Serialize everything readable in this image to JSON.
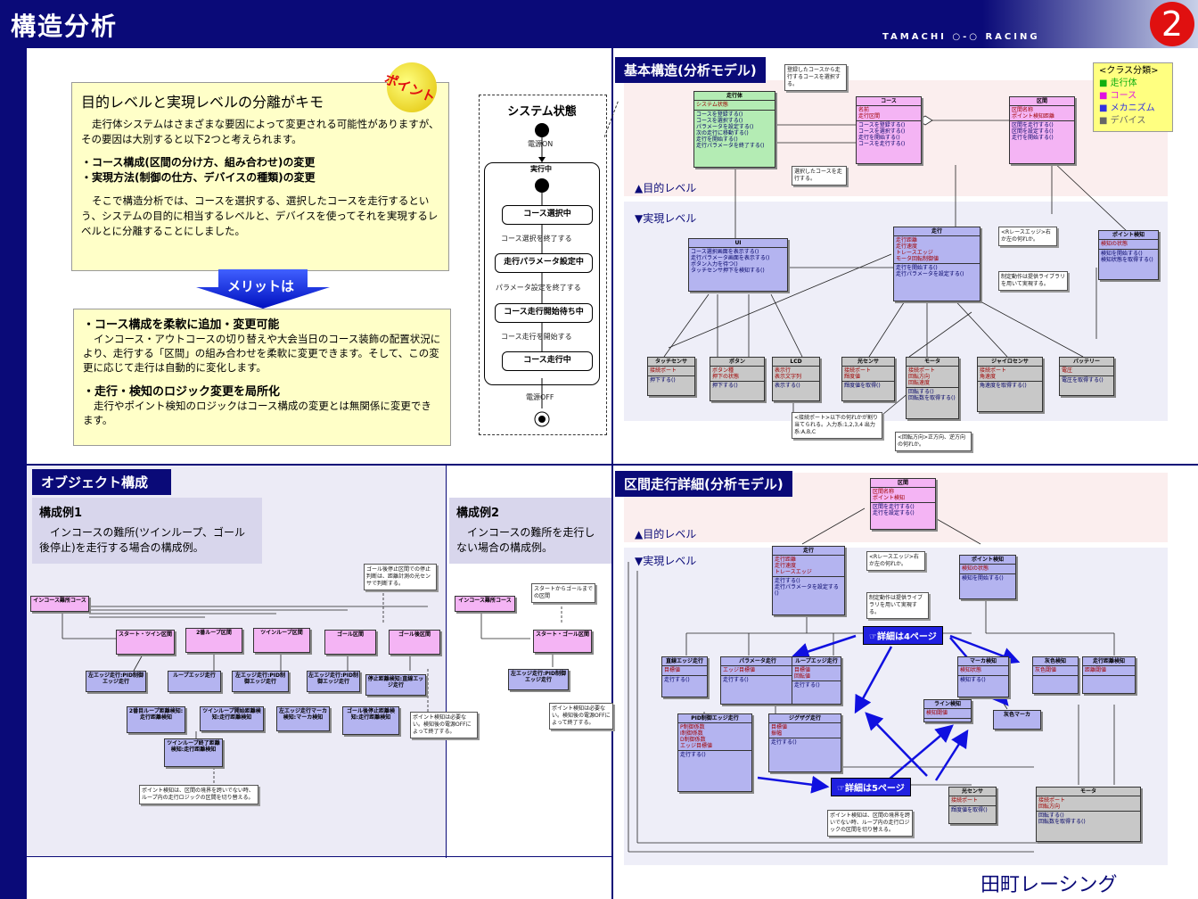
{
  "header": {
    "title": "構造分析",
    "brand": "TAMACHI ○-○ RACING",
    "page_number": "2"
  },
  "point_badge": "ポイント",
  "key_box": {
    "heading": "目的レベルと実現レベルの分離がキモ",
    "p1": "走行体システムはさまざまな要因によって変更される可能性がありますが、その要因は大別すると以下2つと考えられます。",
    "b1": "・コース構成(区間の分け方、組み合わせ)の変更",
    "b2": "・実現方法(制御の仕方、デバイスの種類)の変更",
    "p2": "そこで構造分析では、コースを選択する、選択したコースを走行するという、システムの目的に相当するレベルと、デバイスを使ってそれを実現するレベルとに分離することにしました。"
  },
  "merit_label": "メリットは",
  "merit_box": {
    "h1": "・コース構成を柔軟に追加・変更可能",
    "t1": "インコース・アウトコースの切り替えや大会当日のコース装飾の配置状況により、走行する「区間」の組み合わせを柔軟に変更できます。そして、この変更に応じて走行は自動的に変化します。",
    "h2": "・走行・検知のロジック変更を局所化",
    "t2": "走行やポイント検知のロジックはコース構成の変更とは無関係に変更できます。"
  },
  "state_diagram": {
    "title": "システム状態",
    "power_on": "電源ON",
    "composite": "実行中",
    "states": [
      "コース選択中",
      "走行パラメータ設定中",
      "コース走行開始待ち中",
      "コース走行中"
    ],
    "transitions": [
      "コース選択を終了する",
      "パラメータ設定を終了する",
      "コース走行を開始する"
    ],
    "power_off": "電源OFF"
  },
  "basic_panel": {
    "label": "基本構造(分析モデル)",
    "level_purpose": "▲目的レベル",
    "level_real": "▼実現レベル",
    "legend": {
      "title": "<クラス分類>",
      "items": [
        {
          "label": "■ 走行体",
          "color": "#10b010"
        },
        {
          "label": "■ コース",
          "color": "#e010e0"
        },
        {
          "label": "■ メカニズム",
          "color": "#3030e0"
        },
        {
          "label": "■ デバイス",
          "color": "#666666"
        }
      ]
    },
    "classes": [
      {
        "name": "走行体",
        "color": "green"
      },
      {
        "name": "コース",
        "color": "pink"
      },
      {
        "name": "区間",
        "color": "pink"
      },
      {
        "name": "UI",
        "color": "blue"
      },
      {
        "name": "走行",
        "color": "blue"
      },
      {
        "name": "ポイント検知",
        "color": "blue"
      },
      {
        "name": "タッチセンサ",
        "color": "gray"
      },
      {
        "name": "ボタン",
        "color": "gray"
      },
      {
        "name": "LCD",
        "color": "gray"
      },
      {
        "name": "光センサ",
        "color": "gray"
      },
      {
        "name": "モータ",
        "color": "gray"
      },
      {
        "name": "ジャイロセンサ",
        "color": "gray"
      },
      {
        "name": "バッテリー",
        "color": "gray"
      }
    ],
    "notes": [
      "登録したコースから走行するコースを選択する。",
      "選択したコースを走行する。",
      "<Rレースエッジ>右か左の何れか。",
      "制定動作は提供ライブラリを用いて実現する。",
      "<接続ポート>以下の何れかが割り当てられる。入力系:1,2,3,4 出力系:A,B,C",
      "<回転方向>正方向、逆方向の何れか。"
    ]
  },
  "object_panel": {
    "label": "オブジェクト構成",
    "ex1_title": "構成例1",
    "ex1_text": "インコースの難所(ツインループ、ゴール後停止)を走行する場合の構成例。",
    "ex2_title": "構成例2",
    "ex2_text": "インコースの難所を走行しない場合の構成例。",
    "ex1_nodes": [
      "インコース難所コース",
      "スタート・ツイン区間",
      "2番ループ区間",
      "ツインループ区間",
      "ゴール区間",
      "ゴール後区間"
    ],
    "ex2_nodes": [
      "インコース難所コース",
      "スタート・ゴール区間"
    ],
    "notes": [
      "ゴール後停止区間での停止判断は、距離計測の光センサで判断する。",
      "スタートからゴールまでの区間",
      "ポイント検知は必要ない。検知後の電源OFFによって終了する。",
      "ポイント検知は、区間の境界を跨いでない時、ループ内の走行ロジックの区間を切り替える。"
    ]
  },
  "detail_panel": {
    "label": "区間走行詳細(分析モデル)",
    "level_purpose": "▲目的レベル",
    "level_real": "▼実現レベル",
    "detail_links": [
      "☞詳細は4ページ",
      "☞詳細は5ページ"
    ],
    "classes": [
      "区間",
      "走行",
      "ポイント検知",
      "直線エッジ走行",
      "パラメータ走行",
      "ループエッジ走行",
      "マーカ検知",
      "灰色検知",
      "灰色マーカ",
      "走行距離検知",
      "PID制御エッジ走行",
      "ジグザグ走行",
      "ライン検知",
      "光センサ",
      "モータ"
    ]
  },
  "footer": {
    "company": "田町レーシング"
  }
}
